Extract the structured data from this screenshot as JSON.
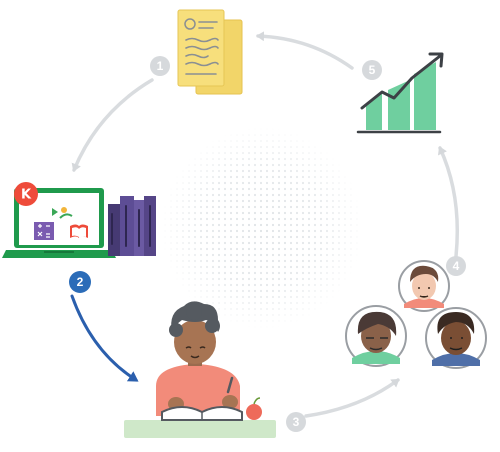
{
  "steps": [
    {
      "number": "1",
      "active": false
    },
    {
      "number": "2",
      "active": true
    },
    {
      "number": "3",
      "active": false
    },
    {
      "number": "4",
      "active": false
    },
    {
      "number": "5",
      "active": false
    }
  ],
  "laptop_logo": "K",
  "colors": {
    "arrow_inactive": "#d9dcdf",
    "badge_inactive": "#d6d9dc",
    "arrow_active": "#2b5fad",
    "badge_active": "#2b6cb8",
    "document_yellow": "#f7df7c",
    "laptop_green": "#1f9a4c",
    "book_purple": "#6b5aa3",
    "chart_green": "#6fcf9f",
    "logo_red": "#ee4b3a",
    "shirt_coral": "#f28b7a",
    "desk_green": "#cfe8c9"
  },
  "icons": [
    "document-icon",
    "growth-chart-icon",
    "laptop-icon",
    "books-icon",
    "student-reading-icon",
    "group-avatars-icon"
  ]
}
